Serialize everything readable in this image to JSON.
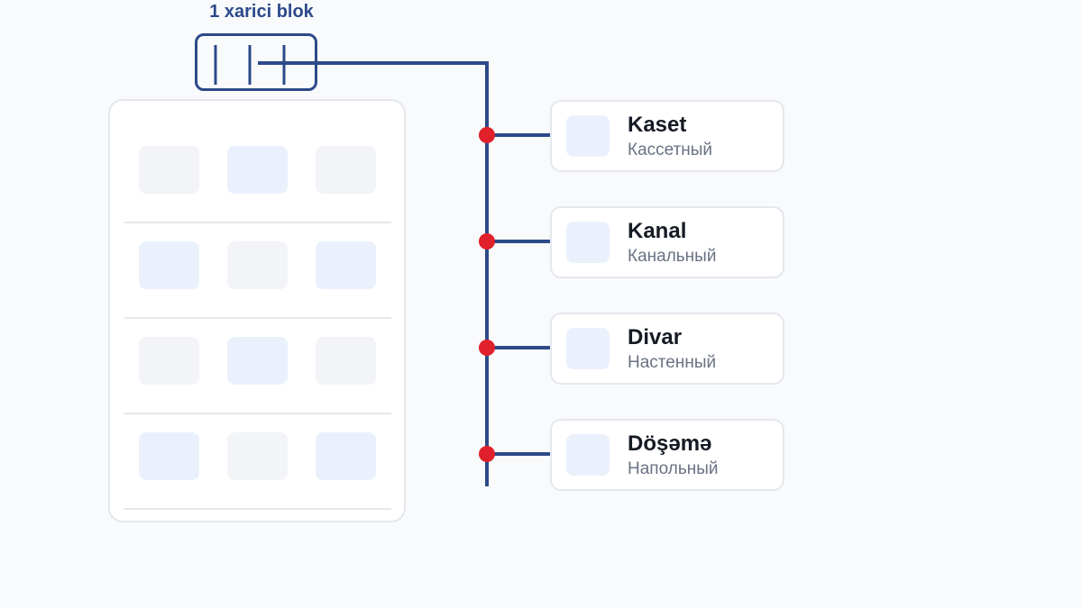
{
  "outdoor_unit": {
    "label": "1 xarici blok"
  },
  "colors": {
    "pipe": "#2c4a8a",
    "junction": "#e0202a",
    "card_border": "#e4e7ec",
    "icon_fill": "#eaf1fc"
  },
  "indoor_units": [
    {
      "title": "Kaset",
      "subtitle": "Кассетный"
    },
    {
      "title": "Kanal",
      "subtitle": "Канальный"
    },
    {
      "title": "Divar",
      "subtitle": "Настенный"
    },
    {
      "title": "Döşəmə",
      "subtitle": "Напольный"
    }
  ]
}
